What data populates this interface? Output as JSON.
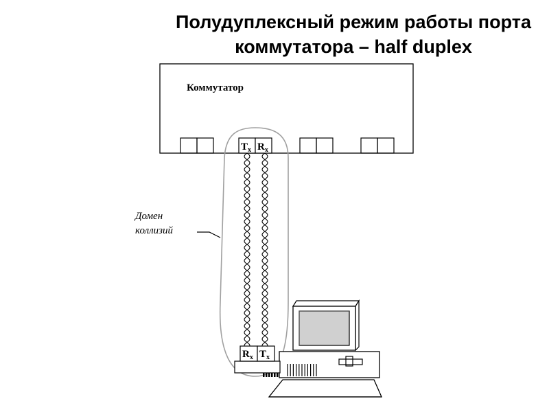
{
  "title": {
    "line1": "Полудуплексный режим работы порта",
    "line2": "коммутатора – half duplex"
  },
  "switch": {
    "label": "Коммутатор"
  },
  "switch_port": {
    "tx": "T",
    "rx": "R",
    "sub": "x"
  },
  "nic_port": {
    "rx": "R",
    "tx": "T",
    "sub": "x"
  },
  "collision_domain": {
    "line1": "Домен",
    "line2": "коллизий"
  },
  "colors": {
    "line": "#000000",
    "domain_outline": "#a0a0a0",
    "screen": "#d0d0d0"
  }
}
